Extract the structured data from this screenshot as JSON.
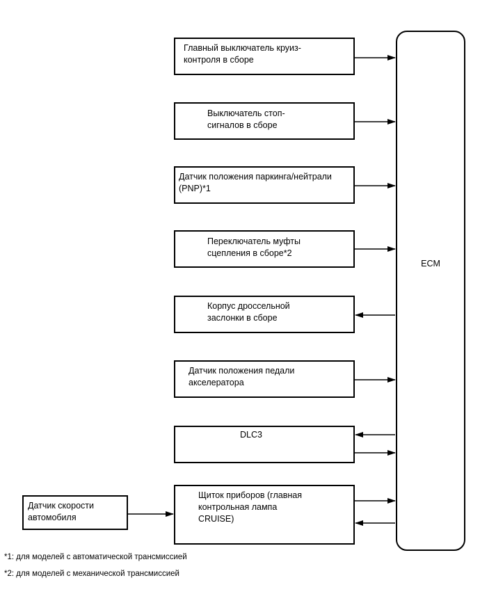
{
  "ecm_label": "ECM",
  "components": [
    {
      "id": "cruise-main-switch",
      "label": "Главный выключатель круиз-\nконтроля в сборе"
    },
    {
      "id": "stop-light-switch",
      "label": "Выключатель стоп-\nсигналов в сборе"
    },
    {
      "id": "pnp-switch",
      "label": "Датчик положения паркинга/нейтрали\n(PNP)*1"
    },
    {
      "id": "clutch-switch",
      "label": "Переключатель муфты\nсцепления в сборе*2"
    },
    {
      "id": "throttle-body",
      "label": "Корпус дроссельной\nзаслонки в сборе"
    },
    {
      "id": "accel-pedal-sensor",
      "label": "Датчик положения педали\nакселератора"
    },
    {
      "id": "dlc3",
      "label": "DLC3"
    },
    {
      "id": "combination-meter",
      "label": "Щиток приборов (главная\nконтрольная лампа\nCRUISE)"
    }
  ],
  "speed_sensor_label": "Датчик скорости\nавтомобиля",
  "footnotes": [
    "*1: для моделей с автоматической трансмиссией",
    "*2: для моделей с механической трансмиссией"
  ]
}
